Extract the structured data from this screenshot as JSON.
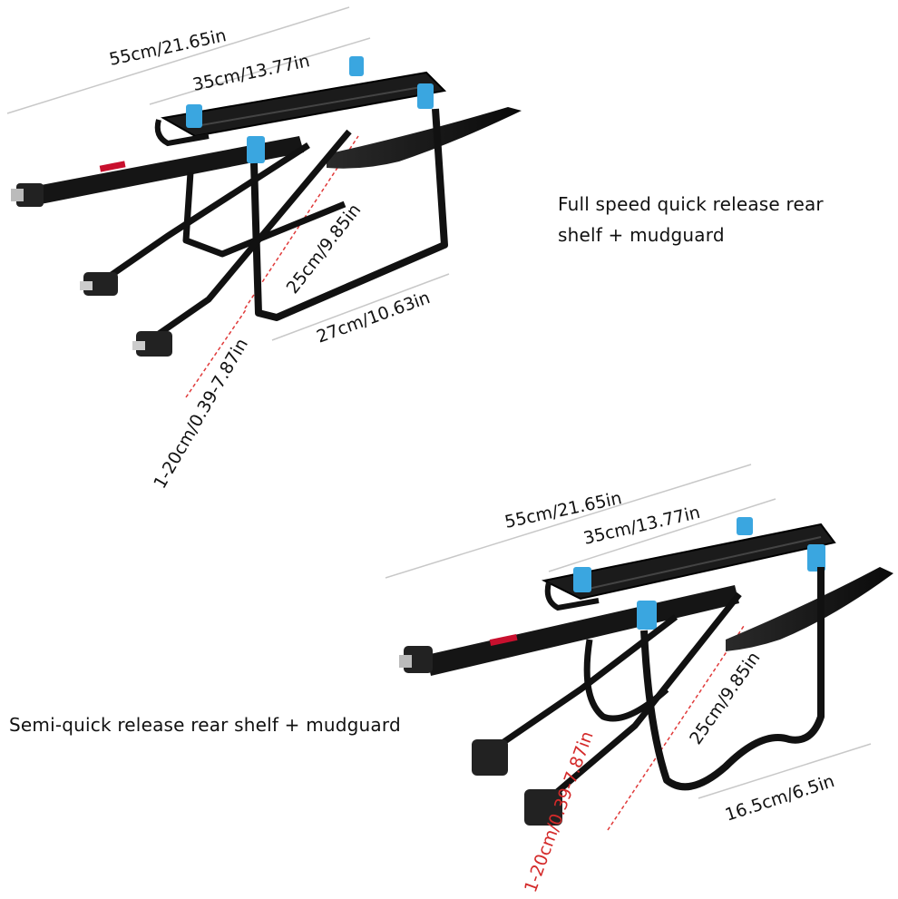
{
  "product_a": {
    "caption": "Full speed quick release rear shelf + mudguard",
    "dimensions": {
      "total_length": "55cm/21.65in",
      "platform_length": "35cm/13.77in",
      "height": "25cm/9.85in",
      "width": "27cm/10.63in",
      "adjust_range": "1-20cm/0.39-7.87in"
    }
  },
  "product_b": {
    "caption": "Semi-quick release rear shelf + mudguard",
    "dimensions": {
      "total_length": "55cm/21.65in",
      "platform_length": "35cm/13.77in",
      "height": "25cm/9.85in",
      "width": "16.5cm/6.5in",
      "adjust_range": "1-20cm/0.39-7.87in"
    }
  },
  "colors": {
    "rack_black": "#151515",
    "clip_blue": "#3aa6e0",
    "reflector_red": "#c8102e",
    "dim_line_grey": "#bdbdbd",
    "dim_line_red": "#e03a3a"
  }
}
